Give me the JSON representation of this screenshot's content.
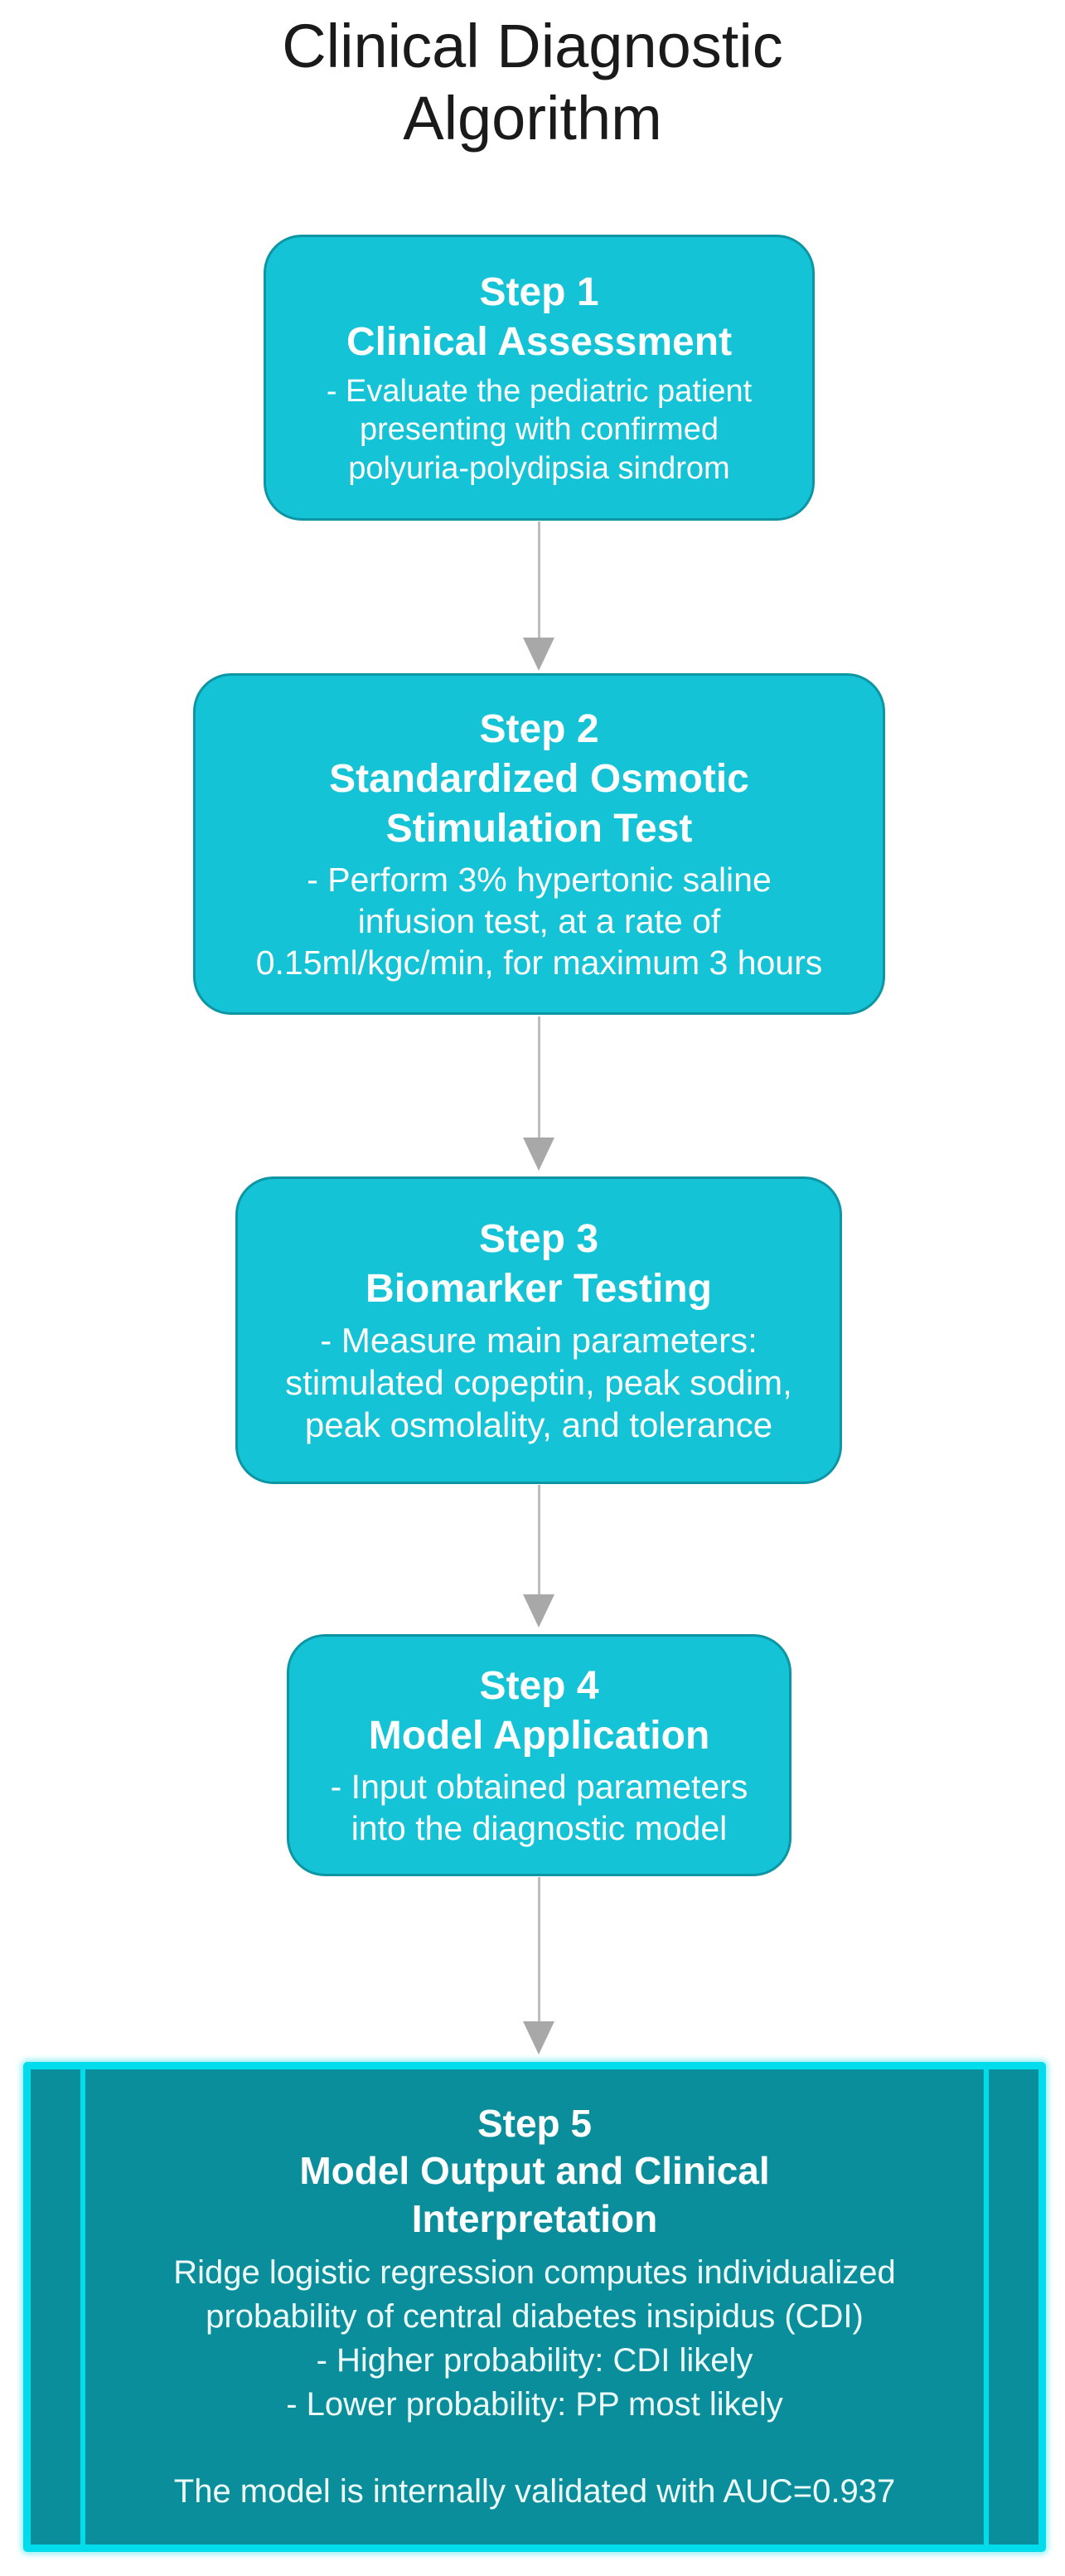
{
  "title": "Clinical Diagnostic\nAlgorithm",
  "steps": [
    {
      "heading": "Step 1\nClinical Assessment",
      "body": "- Evaluate the pediatric patient\npresenting with confirmed\npolyuria-polydipsia  sindrom"
    },
    {
      "heading": "Step 2\nStandardized Osmotic\nStimulation Test",
      "body": "- Perform 3% hypertonic saline\ninfusion test, at a rate of\n0.15ml/kgc/min, for maximum 3 hours"
    },
    {
      "heading": "Step 3\nBiomarker Testing",
      "body": "- Measure main parameters:\nstimulated copeptin, peak sodim,\npeak osmolality, and tolerance"
    },
    {
      "heading": "Step 4\nModel Application",
      "body": "- Input obtained parameters\ninto the diagnostic model"
    },
    {
      "heading": "Step 5\nModel Output and Clinical\nInterpretation",
      "body": "Ridge logistic regression computes individualized\nprobability of central diabetes insipidus (CDI)\n- Higher probability: CDI likely\n- Lower probability: PP most likely\n\nThe model is internally validated with AUC=0.937"
    }
  ],
  "colors": {
    "box_fill": "#14c3d6",
    "box_border": "#0d95a4",
    "step5_fill": "#0b8e9c",
    "step5_border": "#00dcec",
    "arrow_line": "#bdbdbd",
    "arrow_head": "#a8a8a8",
    "title_color": "#1a1a1a",
    "box_text": "#ffffff",
    "step5_body_text": "#eefcfc",
    "page_bg": "#ffffff"
  }
}
